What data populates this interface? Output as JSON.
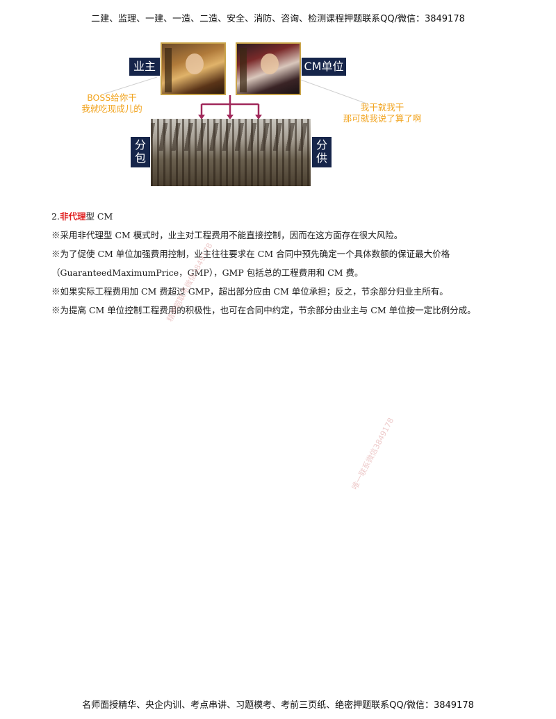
{
  "header": {
    "text": "二建、监理、一建、一造、二造、安全、消防、咨询、检测课程押题联系QQ/微信：3849178"
  },
  "diagram": {
    "owner_label": "业主",
    "cm_label": "CM单位",
    "subcontract_label": "分\n包",
    "supply_label": "分\n供",
    "owner_speech": "BOSS给你干\n我就吃现成儿的",
    "cm_speech": "我干就我干\n那可就我说了算了啊",
    "arrow_color": "#a0285a"
  },
  "content": {
    "heading_number": "2.",
    "heading_highlight": "非代理",
    "heading_rest": "型 CM",
    "lines": [
      "※采用非代理型 CM 模式时，业主对工程费用不能直接控制，因而在这方面存在很大风险。",
      "※为了促使 CM 单位加强费用控制，业主往往要求在 CM 合同中预先确定一个具体数额的保证最大价格",
      "（GuaranteedMaximumPrice，GMP），GMP 包括总的工程费用和 CM 费。",
      "※如果实际工程费用加 CM 费超过 GMP，超出部分应由 CM 单位承担；反之，节余部分归业主所有。",
      "※为提高 CM 单位控制工程费用的积极性，也可在合同中约定，节余部分由业主与 CM 单位按一定比例分成。"
    ],
    "highlight_color": "#e02020"
  },
  "watermarks": {
    "first": "精押题联系微信3849178",
    "second": "唯一联系微信3849178"
  },
  "footer": {
    "text": "名师面授精华、央企内训、考点串讲、习题模考、考前三页纸、绝密押题联系QQ/微信：3849178"
  }
}
